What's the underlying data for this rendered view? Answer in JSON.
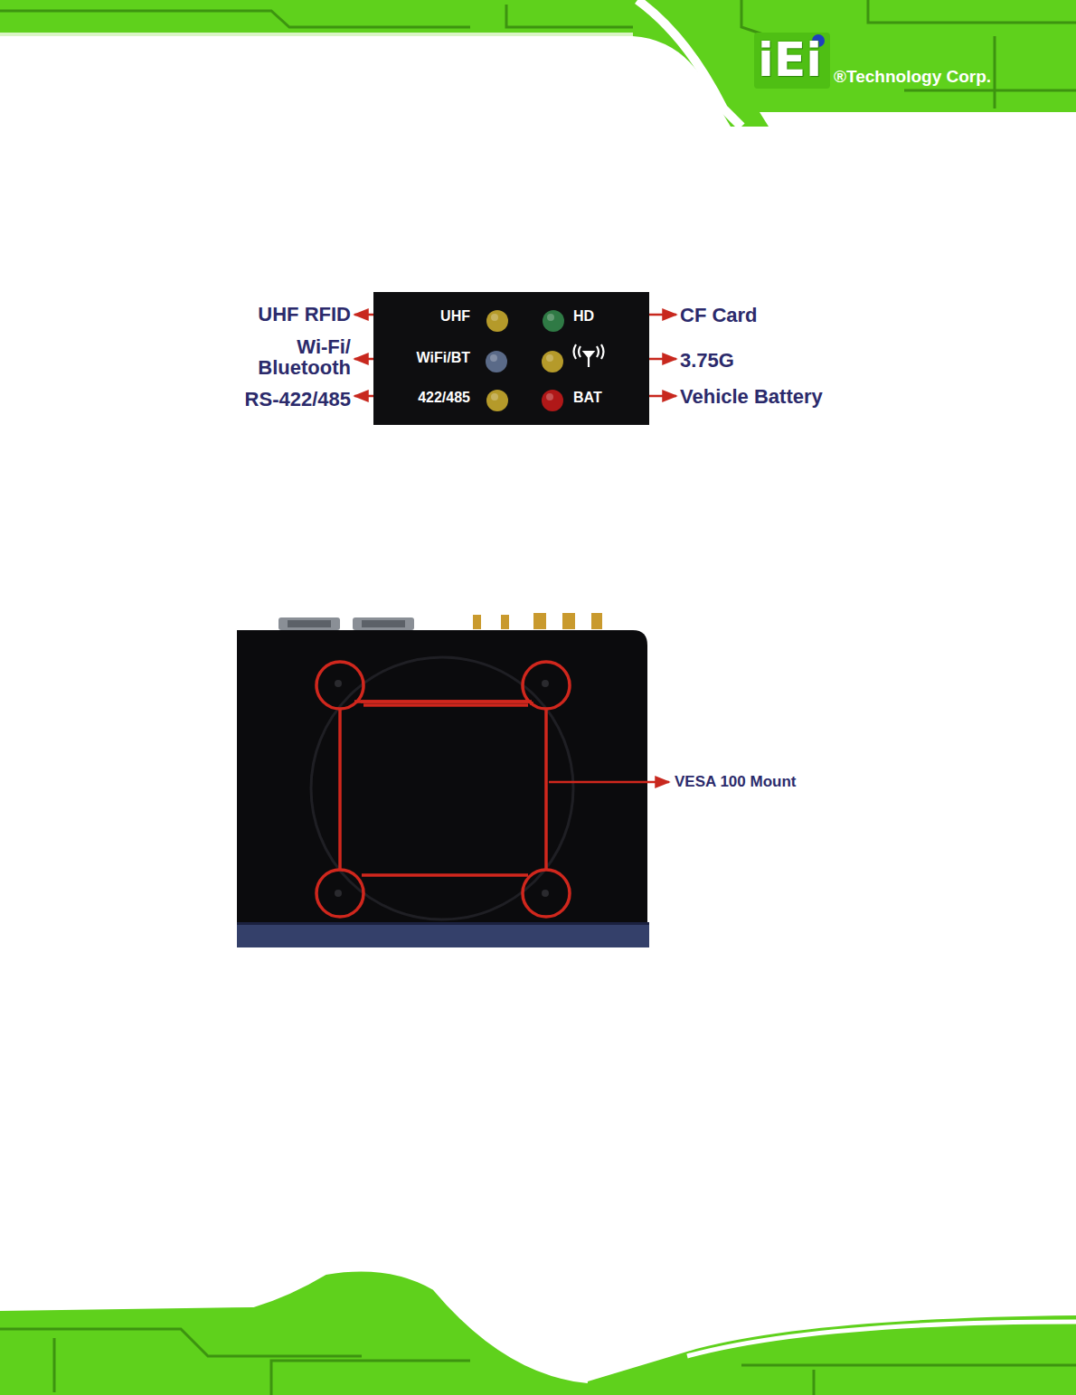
{
  "diagram": {
    "nodes": [
      {
        "text": [
          "UHF",
          "HD",
          "WiFi/BT",
          "422/485",
          "BAT"
        ]
      }
    ],
    "labels": [
      "iEi",
      "®Technology Corp.",
      "UHF RFID",
      "Wi-Fi/ Bluetooth",
      "RS-422/485",
      "CF Card",
      "3.75G",
      "Vehicle Battery",
      "VESA 100 Mount"
    ]
  }
}
